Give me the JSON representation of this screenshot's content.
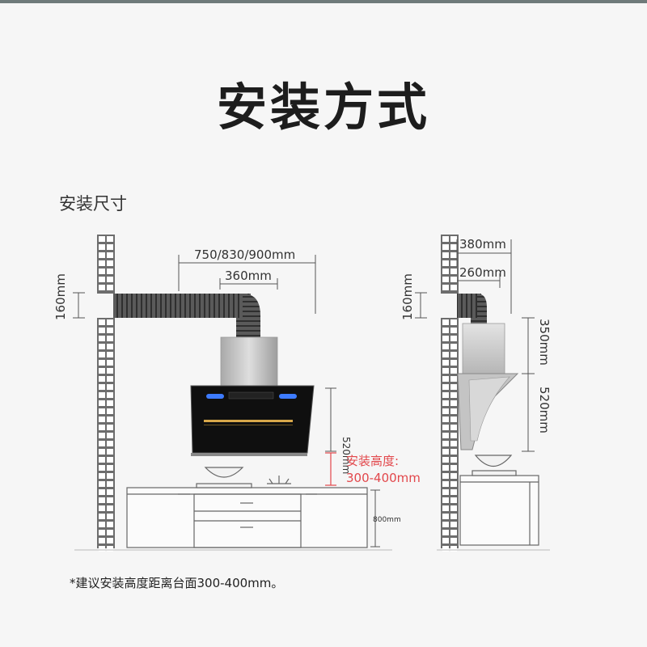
{
  "title": "安装方式",
  "section_label": "安装尺寸",
  "footnote": "*建议安装高度距离台面300-400mm。",
  "left_diagram": {
    "width_label": "750/830/900mm",
    "inner_width_label": "360mm",
    "duct_height_label": "160mm",
    "hood_height_label": "520mm",
    "install_height_title": "安装高度:",
    "install_height_value": "300-400mm",
    "counter_height_label": "800mm"
  },
  "right_diagram": {
    "depth_label": "380mm",
    "inner_depth_label": "260mm",
    "duct_height_label": "160mm",
    "upper_height_label": "350mm",
    "hood_height_label": "520mm"
  },
  "colors": {
    "brick": "#6d6d6d",
    "duct": "#4a4a4a",
    "highlight": "#e2474b",
    "hood_glass": "#111111",
    "accent_line": "#d9a84a"
  }
}
